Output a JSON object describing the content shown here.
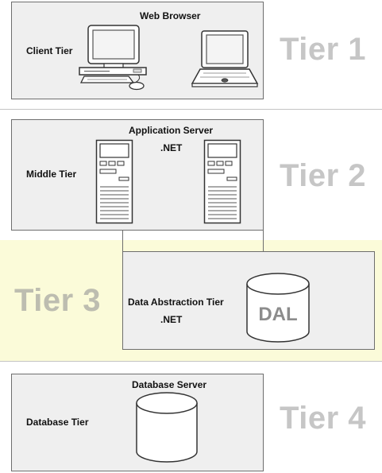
{
  "tiers": [
    {
      "id": "tier-1",
      "label": "Tier 1",
      "tier_name": "Client Tier",
      "component": "Web Browser"
    },
    {
      "id": "tier-2",
      "label": "Tier 2",
      "tier_name": "Middle Tier",
      "component": "Application Server",
      "tech": ".NET"
    },
    {
      "id": "tier-3",
      "label": "Tier 3",
      "tier_name": "Data Abstraction Tier",
      "tech": ".NET",
      "cylinder_label": "DAL"
    },
    {
      "id": "tier-4",
      "label": "Tier 4",
      "tier_name": "Database Tier",
      "component": "Database Server"
    }
  ],
  "colors": {
    "panel_fill": "#efefef",
    "panel_border": "#6e6e6e",
    "highlight_band": "#fbfbd9",
    "tier_label": "#c6c6c6"
  },
  "icons": [
    "desktop-computer-icon",
    "laptop-icon",
    "server-tower-icon",
    "database-cylinder-icon"
  ]
}
